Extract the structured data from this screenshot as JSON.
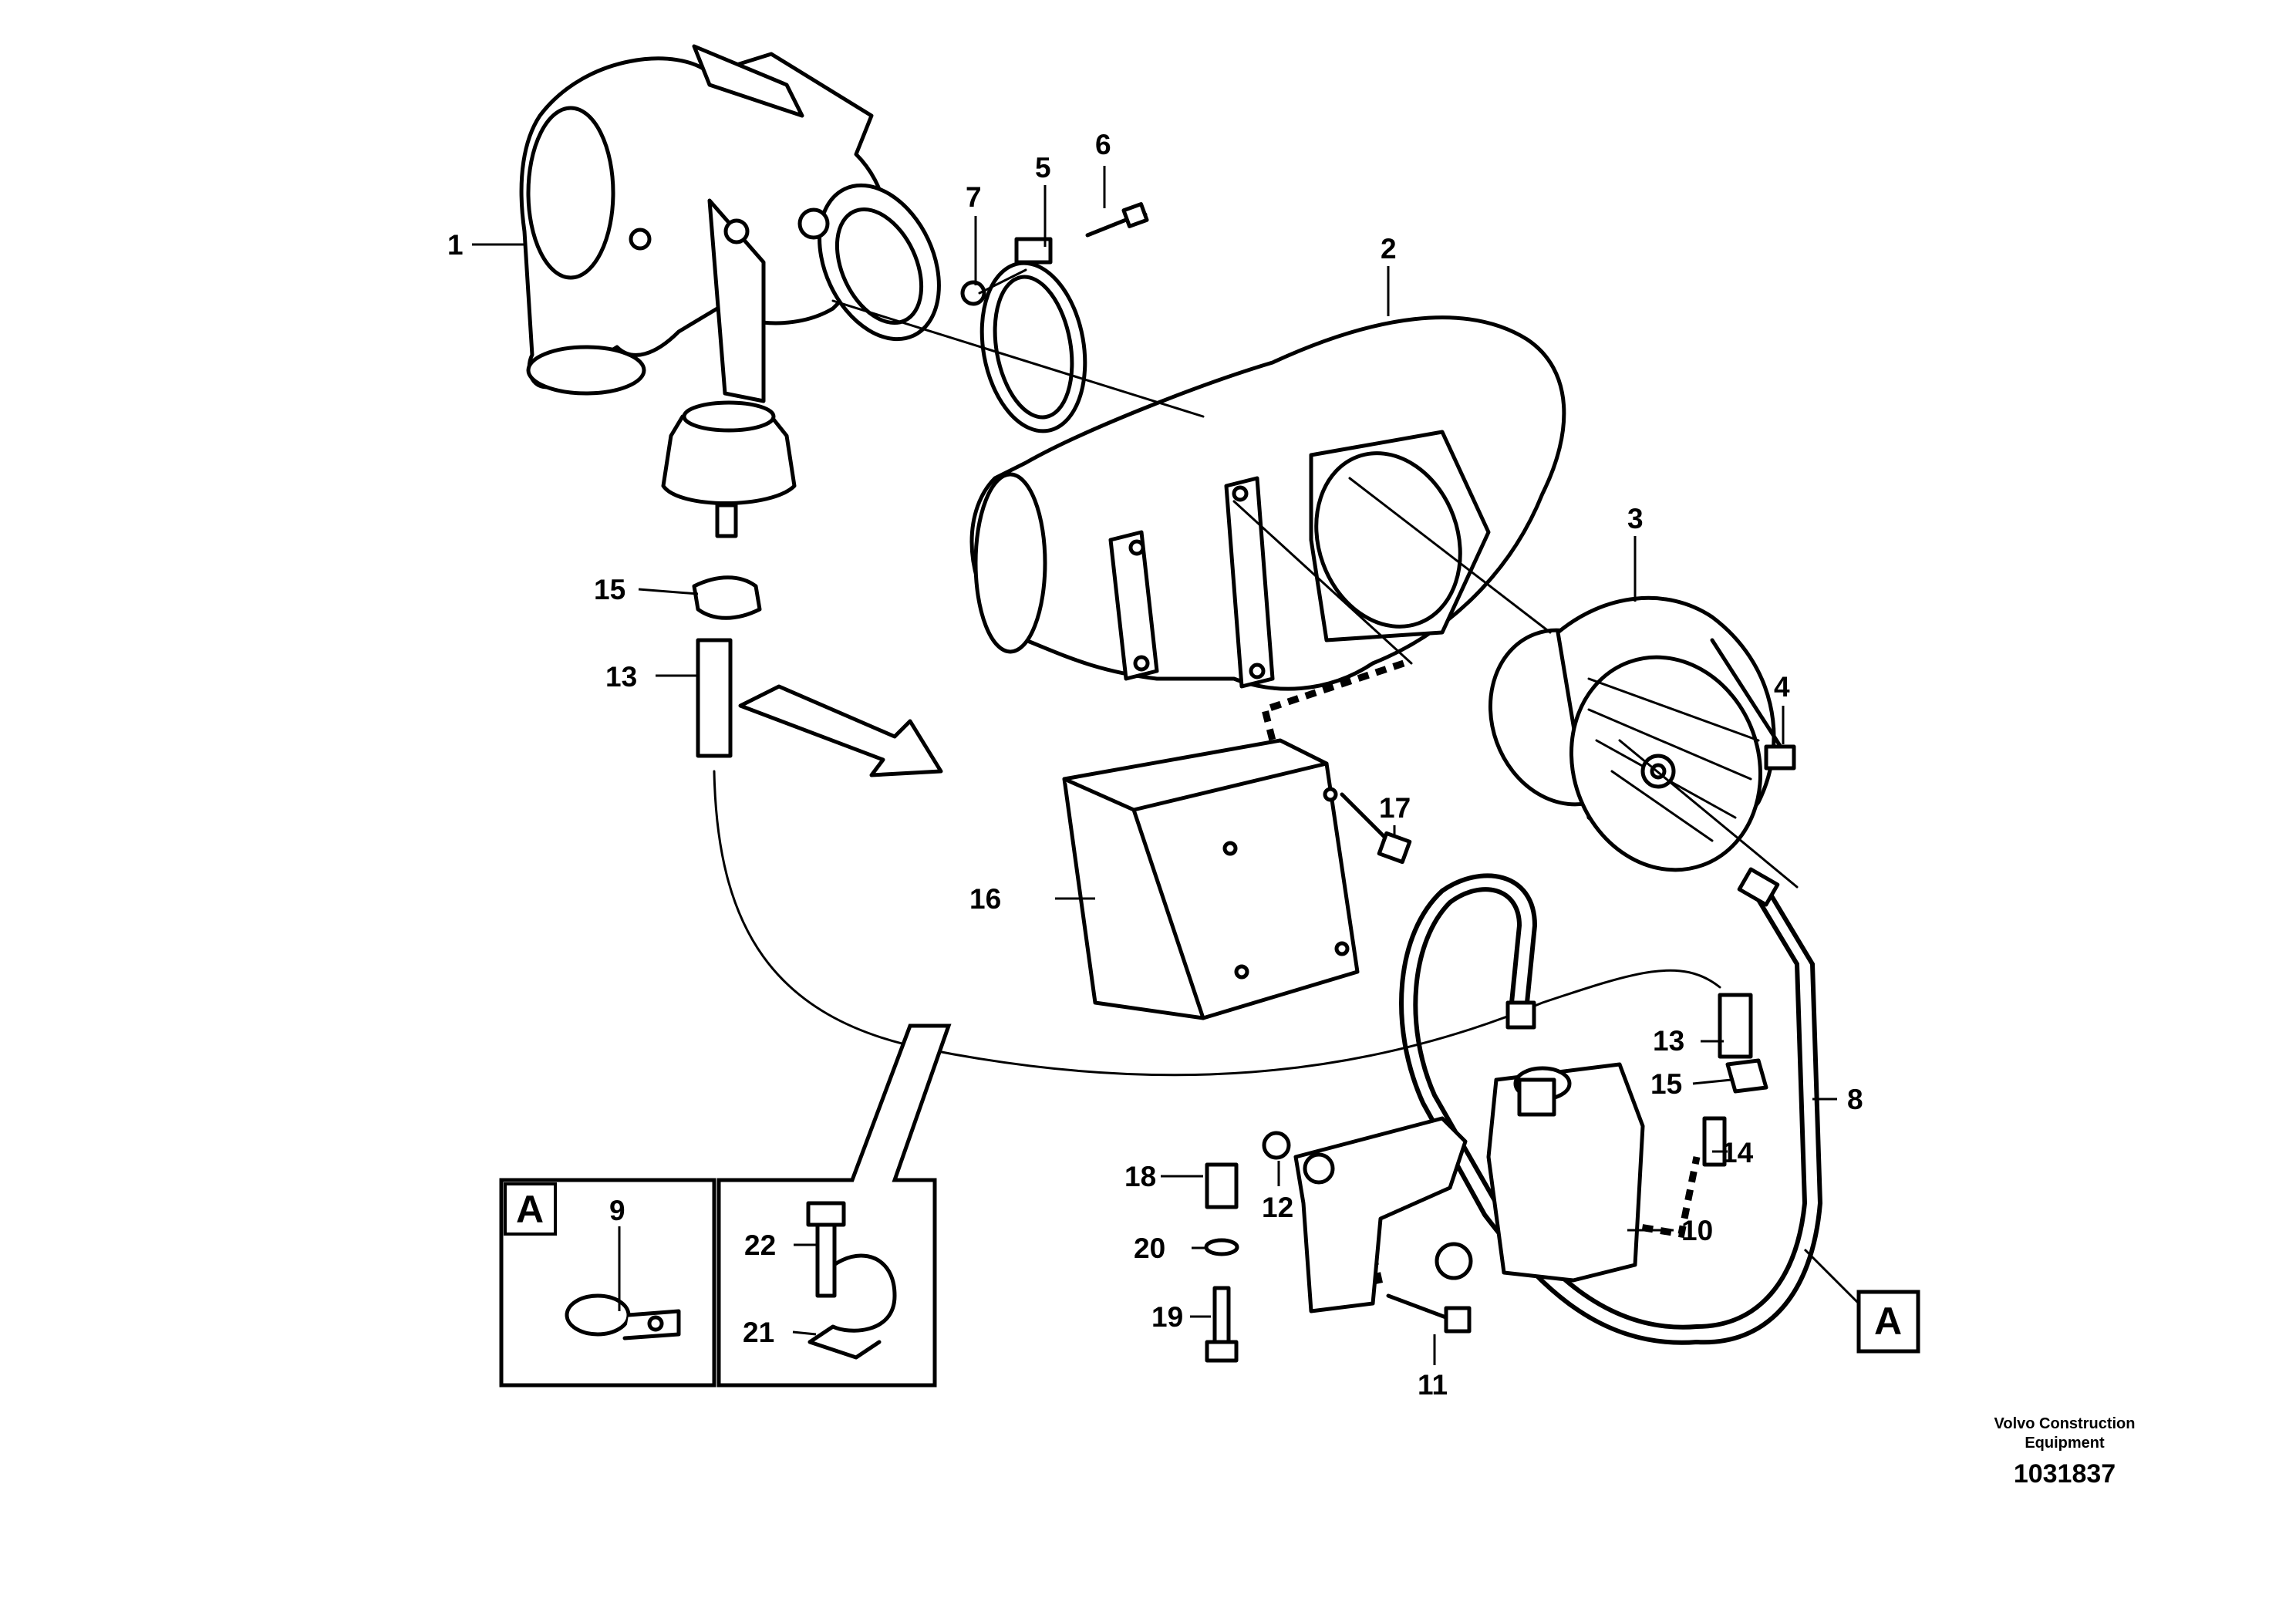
{
  "callouts": {
    "c1": "1",
    "c2": "2",
    "c3": "3",
    "c4": "4",
    "c5": "5",
    "c6": "6",
    "c7": "7",
    "c8": "8",
    "c9": "9",
    "c10": "10",
    "c11": "11",
    "c12": "12",
    "c13a": "13",
    "c13b": "13",
    "c14": "14",
    "c15a": "15",
    "c15b": "15",
    "c16": "16",
    "c17": "17",
    "c18": "18",
    "c19": "19",
    "c20": "20",
    "c21": "21",
    "c22": "22"
  },
  "detail_marker": {
    "box_a_left": "A",
    "box_a_right": "A"
  },
  "footer": {
    "credit_line1": "Volvo Construction",
    "credit_line2": "Equipment",
    "document_number": "1031837"
  }
}
